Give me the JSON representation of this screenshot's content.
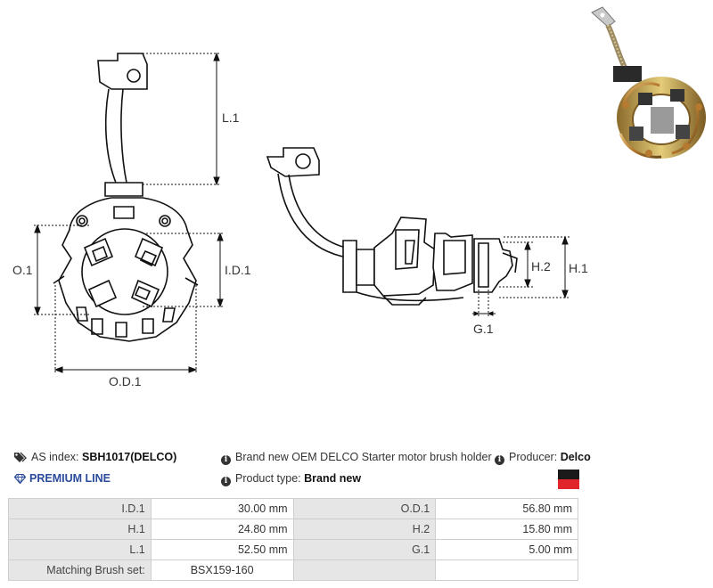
{
  "drawing_labels": {
    "l1": "L.1",
    "o1": "O.1",
    "id1": "I.D.1",
    "od1": "O.D.1",
    "h1": "H.1",
    "h2": "H.2",
    "g1": "G.1"
  },
  "info": {
    "as_index_label": "AS index:",
    "as_index_value": "SBH1017(DELCO)",
    "description": "Brand new OEM DELCO Starter motor brush holder",
    "producer_label": "Producer:",
    "producer_value": "Delco",
    "premium_line": "PREMIUM LINE",
    "product_type_label": "Product type:",
    "product_type_value": "Brand new",
    "flag_colors": [
      "#1a1a1a",
      "#e0262a"
    ]
  },
  "specs": [
    {
      "l1": "I.D.1",
      "v1": "30.00 mm",
      "l2": "O.D.1",
      "v2": "56.80 mm"
    },
    {
      "l1": "H.1",
      "v1": "24.80 mm",
      "l2": "H.2",
      "v2": "15.80 mm"
    },
    {
      "l1": "L.1",
      "v1": "52.50 mm",
      "l2": "G.1",
      "v2": "5.00 mm"
    },
    {
      "l1": "Matching Brush set:",
      "v1": "BSX159-160",
      "l2": "",
      "v2": ""
    }
  ]
}
